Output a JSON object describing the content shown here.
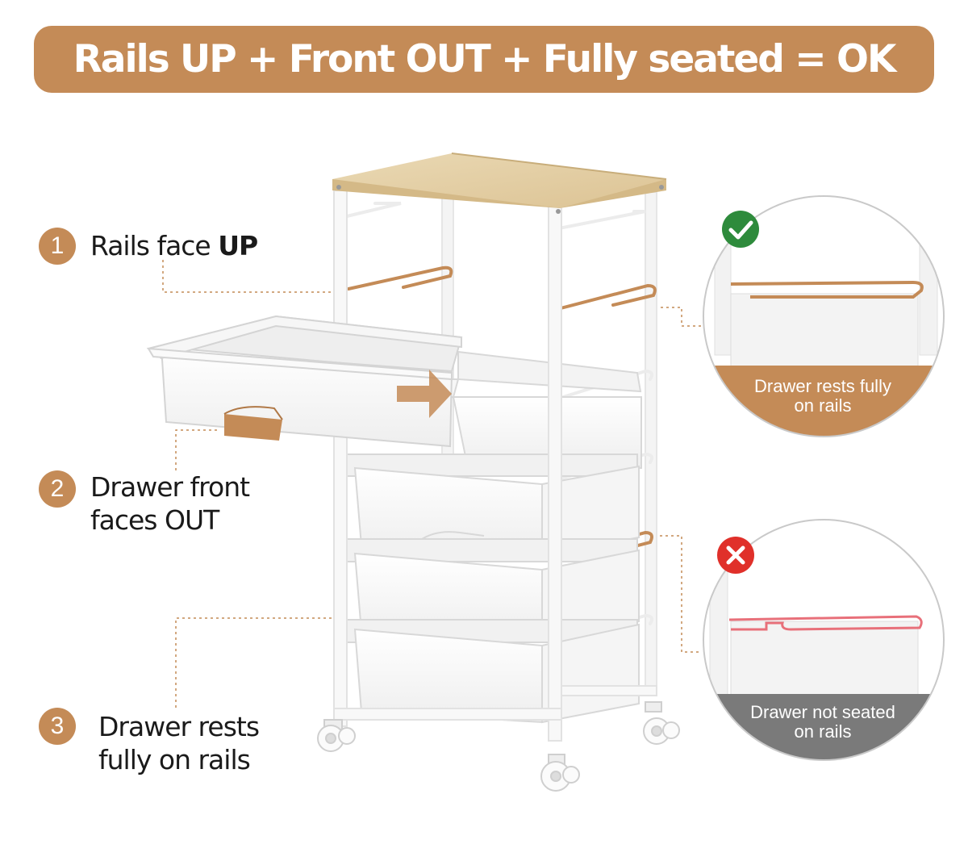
{
  "banner": {
    "title": "Rails UP + Front OUT + Fully seated = OK"
  },
  "steps": [
    {
      "number": "1",
      "text_before": "Rails face ",
      "text_bold": "UP"
    },
    {
      "number": "2",
      "line1": "Drawer front",
      "line2": "faces OUT"
    },
    {
      "number": "3",
      "line1": "Drawer rests",
      "line2": "fully on rails"
    }
  ],
  "callouts": {
    "correct": {
      "line1": "Drawer rests fully",
      "line2": "on rails",
      "icon": "check-icon",
      "panel_color": "#c48b57",
      "icon_color": "#2e8b3c"
    },
    "incorrect": {
      "line1": "Drawer not seated",
      "line2": "on rails",
      "icon": "cross-icon",
      "panel_color": "#7a7a7a",
      "icon_color": "#e0302a"
    }
  },
  "colors": {
    "accent": "#c48b57",
    "wood_top": "#e3cfa5",
    "frame": "#f7f7f7",
    "bad_rail": "#e8707a"
  }
}
